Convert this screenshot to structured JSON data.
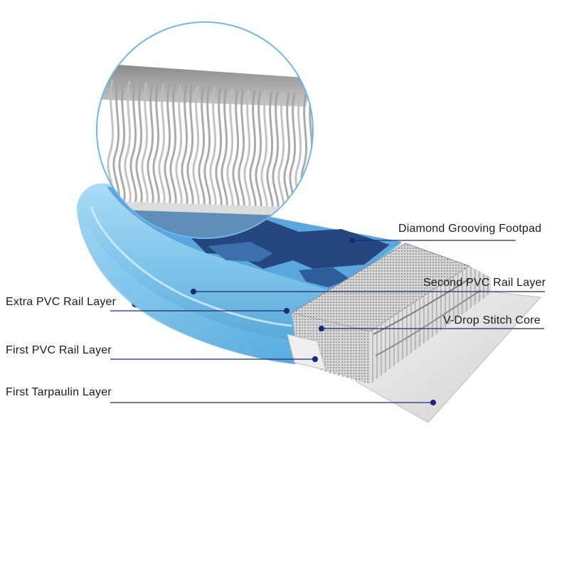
{
  "labels": {
    "diamond_grooving_footpad": "Diamond Grooving Footpad",
    "second_pvc_rail_layer": "Second PVC Rail Layer",
    "v_drop_stitch_core": "V-Drop Stitch Core",
    "extra_pvc_rail_layer": "Extra PVC Rail Layer",
    "first_pvc_rail_layer": "First PVC Rail Layer",
    "first_tarpaulin_layer": "First Tarpaulin Layer"
  },
  "colors": {
    "board_blue": "#7cc2ea",
    "board_blue_dark": "#4c9fd0",
    "footpad_navy": "#25467e",
    "footpad_light": "#5aa6de",
    "leader_line": "#1b2a78",
    "magnifier_ring": "#6fb7e6",
    "fabric_gray": "#b8b8b8"
  }
}
